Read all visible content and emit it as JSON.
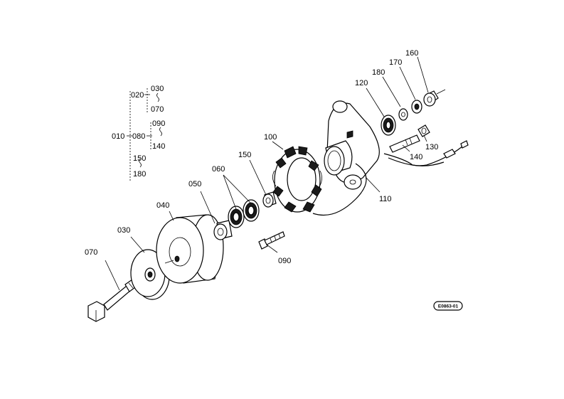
{
  "tree": {
    "root": "010",
    "n020": "020",
    "n030": "030",
    "n070": "070",
    "n080": "080",
    "n090": "090",
    "n140": "140",
    "n150": "150",
    "n180": "180"
  },
  "callouts": {
    "c070": "070",
    "c030": "030",
    "c040": "040",
    "c050": "050",
    "c060": "060",
    "c150": "150",
    "c100": "100",
    "c090": "090",
    "c110": "110",
    "c120": "120",
    "c180": "180",
    "c170": "170",
    "c160": "160",
    "c140": "140",
    "c130": "130"
  },
  "reference_code": "E0863-01"
}
